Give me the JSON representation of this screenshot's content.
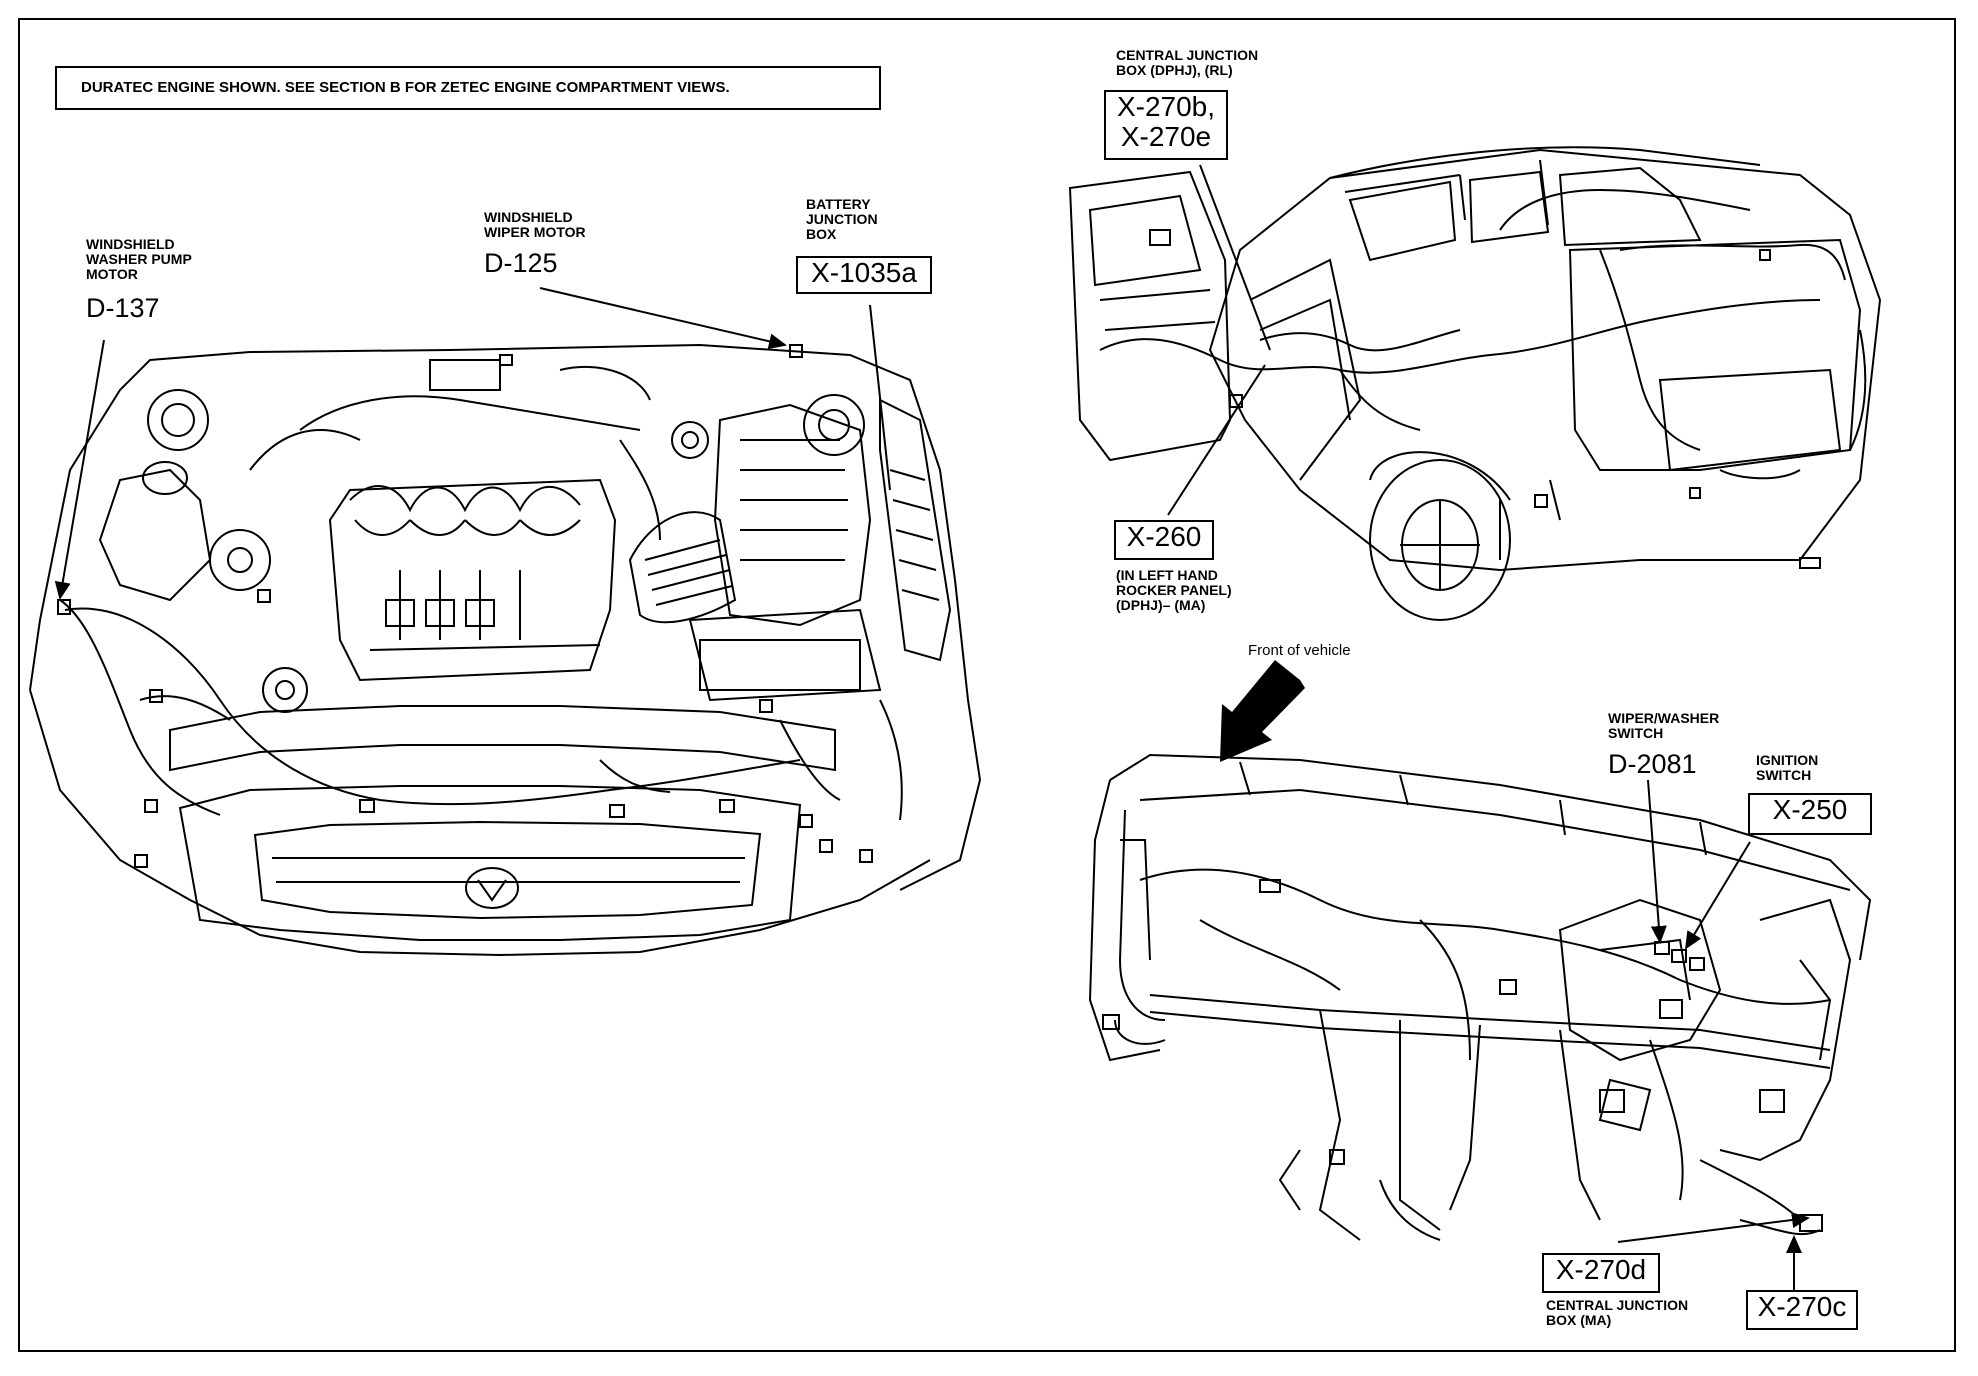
{
  "note": "DURATEC ENGINE SHOWN. SEE SECTION B FOR ZETEC ENGINE COMPARTMENT VIEWS.",
  "labels": {
    "washer_pump": {
      "desc": "WINDSHIELD\nWASHER PUMP\nMOTOR",
      "code": "D-137"
    },
    "wiper_motor": {
      "desc": "WINDSHIELD\nWIPER MOTOR",
      "code": "D-125"
    },
    "battery_box": {
      "desc": "BATTERY\nJUNCTION\nBOX",
      "code": "X-1035a"
    },
    "central_rl": {
      "desc": "CENTRAL JUNCTION\nBOX (DPHJ), (RL)",
      "code1": "X-270b,",
      "code2": "X-270e"
    },
    "x260": {
      "code": "X-260",
      "desc": "(IN LEFT HAND\nROCKER PANEL)\n(DPHJ)– (MA)"
    },
    "front": "Front of vehicle",
    "wiper_switch": {
      "desc": "WIPER/WASHER\nSWITCH",
      "code": "D-2081"
    },
    "ignition": {
      "desc": "IGNITION\nSWITCH",
      "code": "X-250"
    },
    "x270d": {
      "code": "X-270d",
      "desc": "CENTRAL JUNCTION\nBOX (MA)"
    },
    "x270c": {
      "code": "X-270c"
    }
  }
}
